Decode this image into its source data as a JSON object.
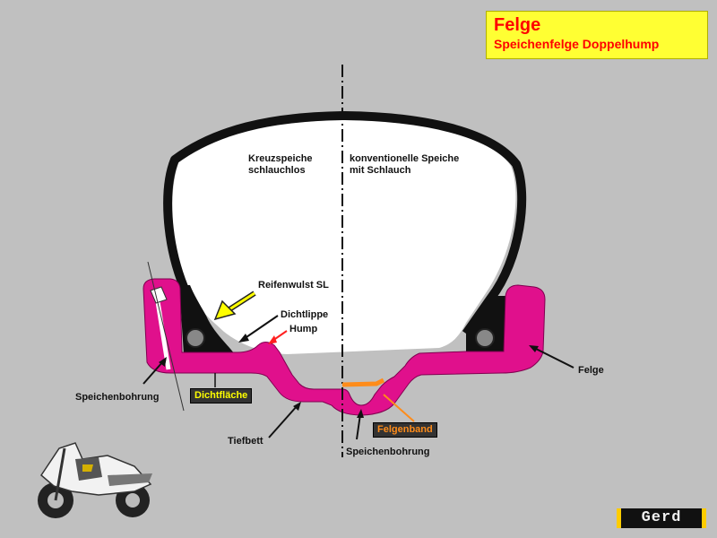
{
  "title": {
    "main": "Felge",
    "sub": "Speichenfelge Doppelhump"
  },
  "labels": {
    "left_half": [
      "Kreuzspeiche",
      "schlauchlos"
    ],
    "right_half": [
      "konventionelle Speiche",
      "mit Schlauch"
    ],
    "reifenwulst": "Reifenwulst SL",
    "dichtlippe": "Dichtlippe",
    "hump": "Hump",
    "felge": "Felge",
    "speichenbohrung_left": "Speichenbohrung",
    "dichtflaeche": "Dichtfläche",
    "felgenband": "Felgenband",
    "tiefbett": "Tiefbett",
    "speichenbohrung_center": "Speichenbohrung"
  },
  "brand": "Gerd",
  "colors": {
    "rim": "#e0108c",
    "tire": "#111111",
    "title_bg": "#ffff33",
    "title_text": "#ff0000",
    "felgenband": "#ff8c1a",
    "hump_arrow": "#ff2020",
    "wulst_arrow": "#ffff00"
  }
}
